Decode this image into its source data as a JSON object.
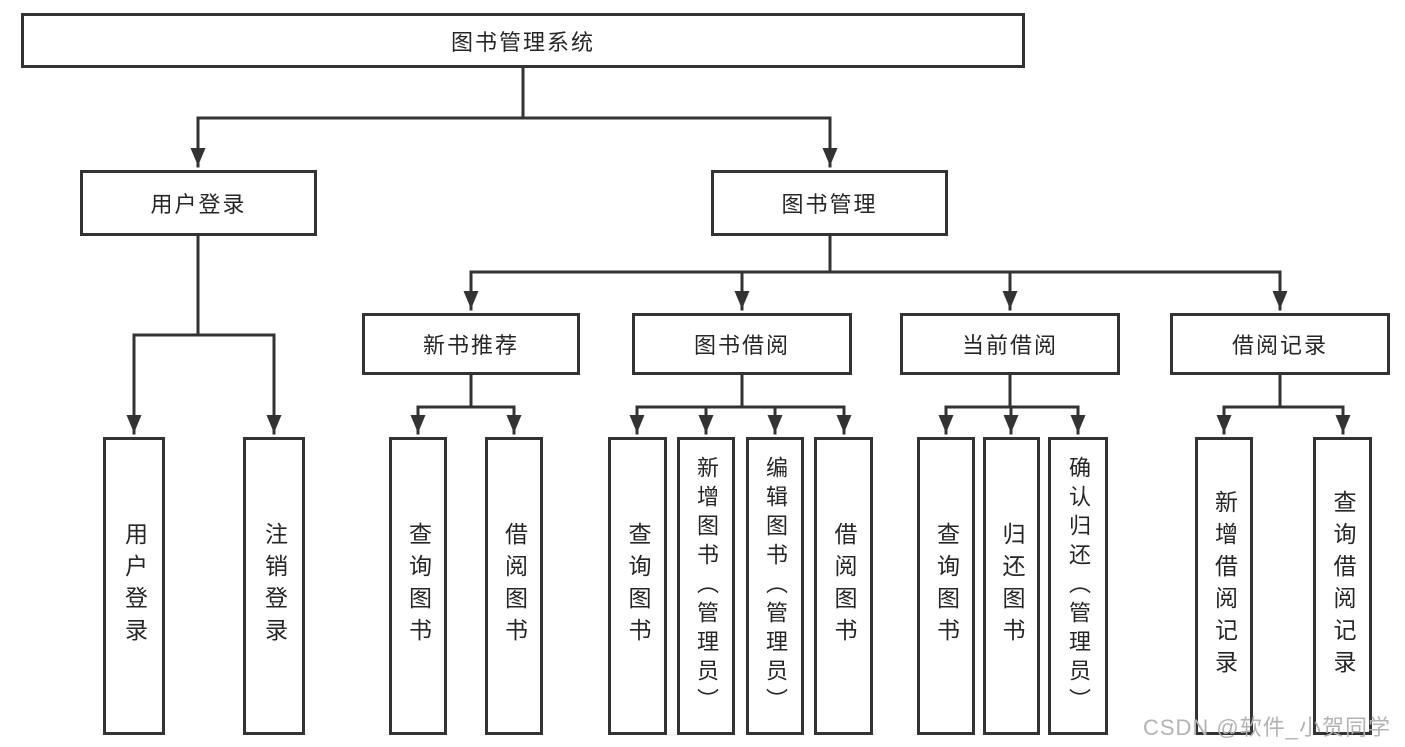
{
  "root": {
    "label": "图书管理系统"
  },
  "user_login": {
    "label": "用户登录",
    "children": [
      {
        "label": "用户登录"
      },
      {
        "label": "注销登录"
      }
    ]
  },
  "book_mgmt": {
    "label": "图书管理",
    "sections": {
      "new_books": {
        "label": "新书推荐",
        "children": [
          {
            "label": "查询图书"
          },
          {
            "label": "借阅图书"
          }
        ]
      },
      "borrowing": {
        "label": "图书借阅",
        "children": [
          {
            "label": "查询图书"
          },
          {
            "label": "新增图书（管理员）"
          },
          {
            "label": "编辑图书（管理员）"
          },
          {
            "label": "借阅图书"
          }
        ]
      },
      "current": {
        "label": "当前借阅",
        "children": [
          {
            "label": "查询图书"
          },
          {
            "label": "归还图书"
          },
          {
            "label": "确认归还（管理员）"
          }
        ]
      },
      "records": {
        "label": "借阅记录",
        "children": [
          {
            "label": "新增借阅记录"
          },
          {
            "label": "查询借阅记录"
          }
        ]
      }
    }
  },
  "watermark": "CSDN @软件_小贺同学",
  "colors": {
    "line": "#333333",
    "border": "#333333",
    "text": "#262626",
    "watermark": "#b3b3b3",
    "background": "#ffffff"
  }
}
